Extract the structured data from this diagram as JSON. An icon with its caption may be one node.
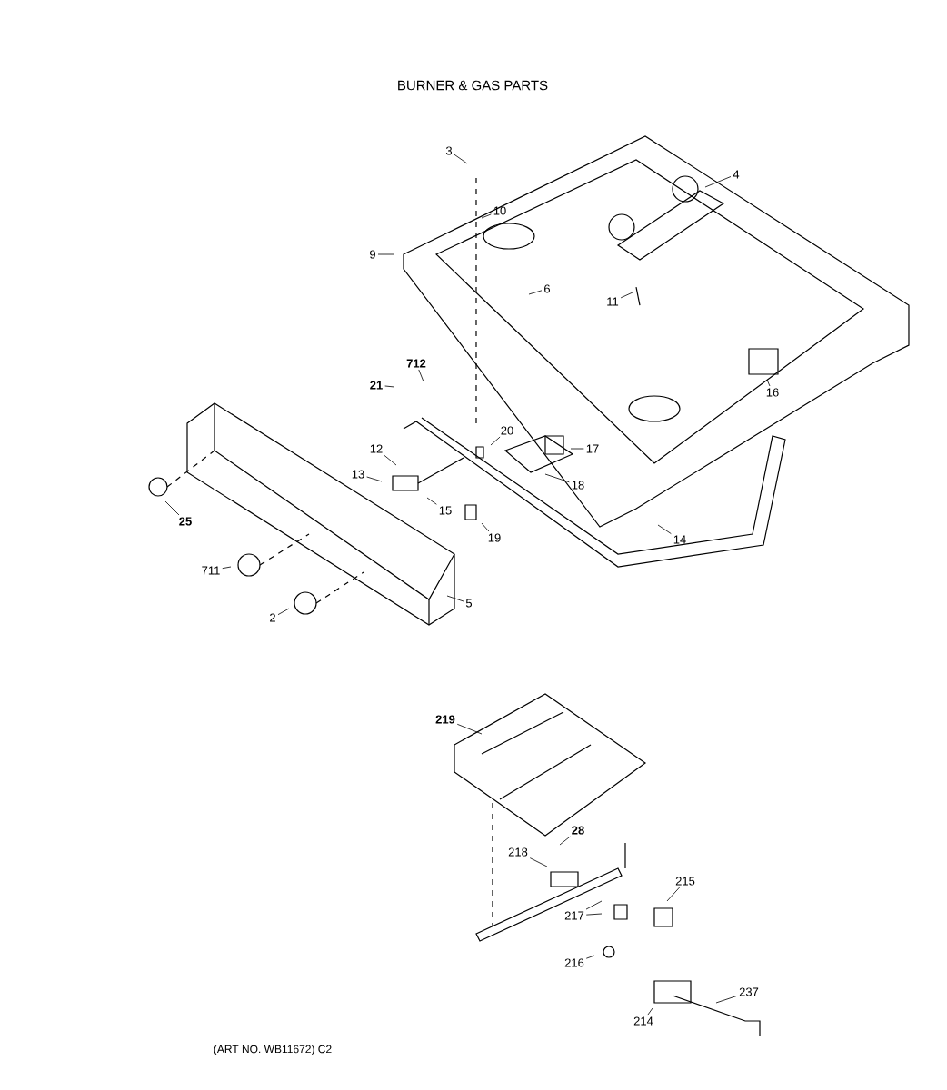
{
  "diagram": {
    "title": "BURNER & GAS PARTS",
    "nodes": [
      {
        "text": [
          "3"
        ]
      },
      {
        "text": [
          "10"
        ]
      },
      {
        "text": [
          "4"
        ]
      },
      {
        "text": [
          "9"
        ]
      },
      {
        "text": [
          "6"
        ]
      },
      {
        "text": [
          "11"
        ]
      },
      {
        "text": [
          "16"
        ]
      },
      {
        "text": [
          "712"
        ]
      },
      {
        "text": [
          "21"
        ]
      },
      {
        "text": [
          "20"
        ]
      },
      {
        "text": [
          "17"
        ]
      },
      {
        "text": [
          "18"
        ]
      },
      {
        "text": [
          "12"
        ]
      },
      {
        "text": [
          "13"
        ]
      },
      {
        "text": [
          "15"
        ]
      },
      {
        "text": [
          "19"
        ]
      },
      {
        "text": [
          "14"
        ]
      },
      {
        "text": [
          "25"
        ]
      },
      {
        "text": [
          "711"
        ]
      },
      {
        "text": [
          "5"
        ]
      },
      {
        "text": [
          "2"
        ]
      },
      {
        "text": [
          "219"
        ]
      },
      {
        "text": [
          "28"
        ]
      },
      {
        "text": [
          "218"
        ]
      },
      {
        "text": [
          "217"
        ]
      },
      {
        "text": [
          "215"
        ]
      },
      {
        "text": [
          "216"
        ]
      },
      {
        "text": [
          "214"
        ]
      },
      {
        "text": [
          "237"
        ]
      }
    ],
    "edges": [
      {
        "from": 0,
        "to": null,
        "arrow": "none"
      },
      {
        "from": 1,
        "to": null,
        "arrow": "none"
      },
      {
        "from": 2,
        "to": null,
        "arrow": "none"
      },
      {
        "from": 3,
        "to": null,
        "arrow": "none"
      },
      {
        "from": 4,
        "to": null,
        "arrow": "none"
      },
      {
        "from": 5,
        "to": null,
        "arrow": "none"
      },
      {
        "from": 6,
        "to": null,
        "arrow": "none"
      },
      {
        "from": 7,
        "to": null,
        "arrow": "none"
      },
      {
        "from": 8,
        "to": null,
        "arrow": "none"
      },
      {
        "from": 9,
        "to": null,
        "arrow": "none"
      },
      {
        "from": 10,
        "to": null,
        "arrow": "none"
      },
      {
        "from": 11,
        "to": null,
        "arrow": "none"
      },
      {
        "from": 12,
        "to": null,
        "arrow": "none"
      },
      {
        "from": 13,
        "to": null,
        "arrow": "none"
      },
      {
        "from": 14,
        "to": null,
        "arrow": "none"
      },
      {
        "from": 15,
        "to": null,
        "arrow": "none"
      },
      {
        "from": 16,
        "to": null,
        "arrow": "none"
      },
      {
        "from": 17,
        "to": null,
        "arrow": "none"
      },
      {
        "from": 18,
        "to": null,
        "arrow": "none"
      },
      {
        "from": 19,
        "to": null,
        "arrow": "none"
      },
      {
        "from": 20,
        "to": null,
        "arrow": "none"
      },
      {
        "from": 21,
        "to": null,
        "arrow": "none"
      },
      {
        "from": 22,
        "to": null,
        "arrow": "none"
      },
      {
        "from": 23,
        "to": null,
        "arrow": "none"
      },
      {
        "from": 24,
        "to": null,
        "arrow": "none"
      },
      {
        "from": 24,
        "to": null,
        "arrow": "none"
      },
      {
        "from": 25,
        "to": null,
        "arrow": "none"
      },
      {
        "from": 26,
        "to": null,
        "arrow": "none"
      },
      {
        "from": 27,
        "to": null,
        "arrow": "none"
      },
      {
        "from": 28,
        "to": null,
        "arrow": "none"
      }
    ],
    "labels": [
      "(ART NO. WB11672) C2"
    ]
  }
}
